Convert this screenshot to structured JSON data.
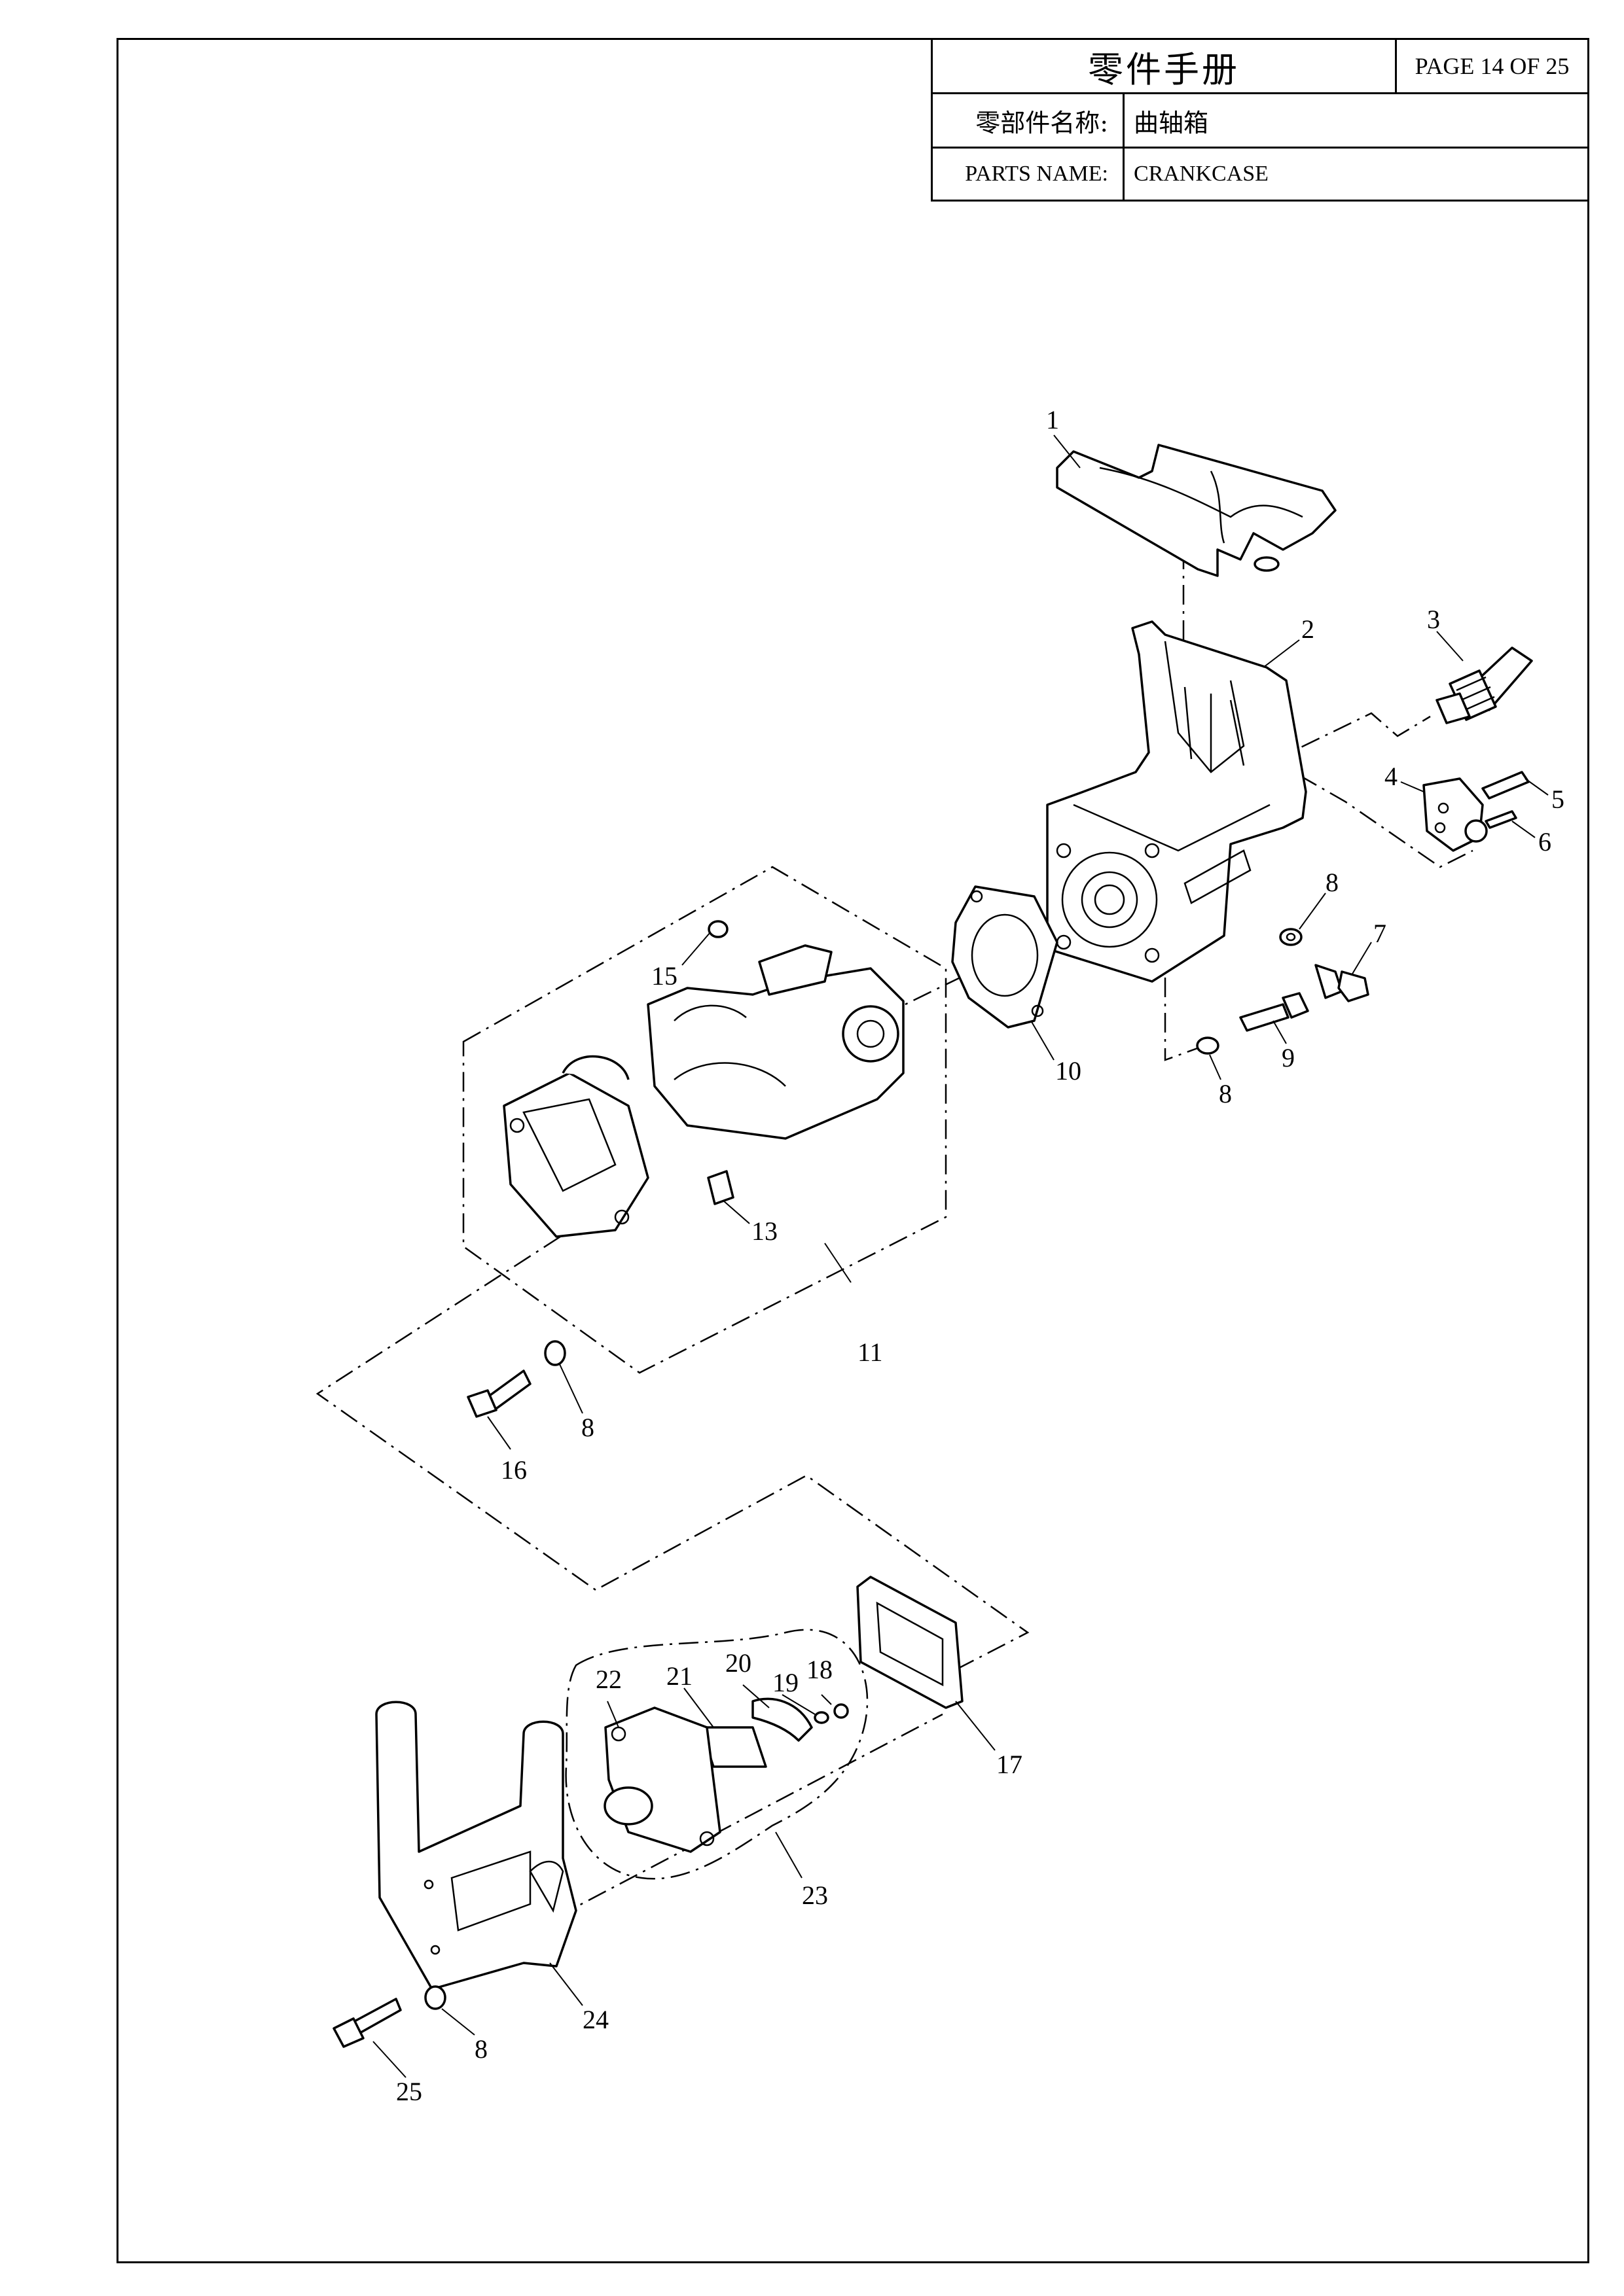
{
  "header": {
    "title": "零件手册",
    "page": "PAGE 14 OF 25",
    "cn_label": "零部件名称:",
    "cn_value": "曲轴箱",
    "en_label": "PARTS NAME:",
    "en_value": "CRANKCASE"
  },
  "callouts": [
    {
      "id": "c1",
      "text": "1"
    },
    {
      "id": "c2",
      "text": "2"
    },
    {
      "id": "c3",
      "text": "3"
    },
    {
      "id": "c4",
      "text": "4"
    },
    {
      "id": "c5",
      "text": "5"
    },
    {
      "id": "c6",
      "text": "6"
    },
    {
      "id": "c7",
      "text": "7"
    },
    {
      "id": "c8a",
      "text": "8"
    },
    {
      "id": "c8b",
      "text": "8"
    },
    {
      "id": "c8c",
      "text": "8"
    },
    {
      "id": "c8d",
      "text": "8"
    },
    {
      "id": "c9",
      "text": "9"
    },
    {
      "id": "c10",
      "text": "10"
    },
    {
      "id": "c11",
      "text": "11"
    },
    {
      "id": "c13",
      "text": "13"
    },
    {
      "id": "c15",
      "text": "15"
    },
    {
      "id": "c16",
      "text": "16"
    },
    {
      "id": "c17",
      "text": "17"
    },
    {
      "id": "c18",
      "text": "18"
    },
    {
      "id": "c19",
      "text": "19"
    },
    {
      "id": "c20",
      "text": "20"
    },
    {
      "id": "c21",
      "text": "21"
    },
    {
      "id": "c22",
      "text": "22"
    },
    {
      "id": "c23",
      "text": "23"
    },
    {
      "id": "c24",
      "text": "24"
    },
    {
      "id": "c25",
      "text": "25"
    }
  ]
}
